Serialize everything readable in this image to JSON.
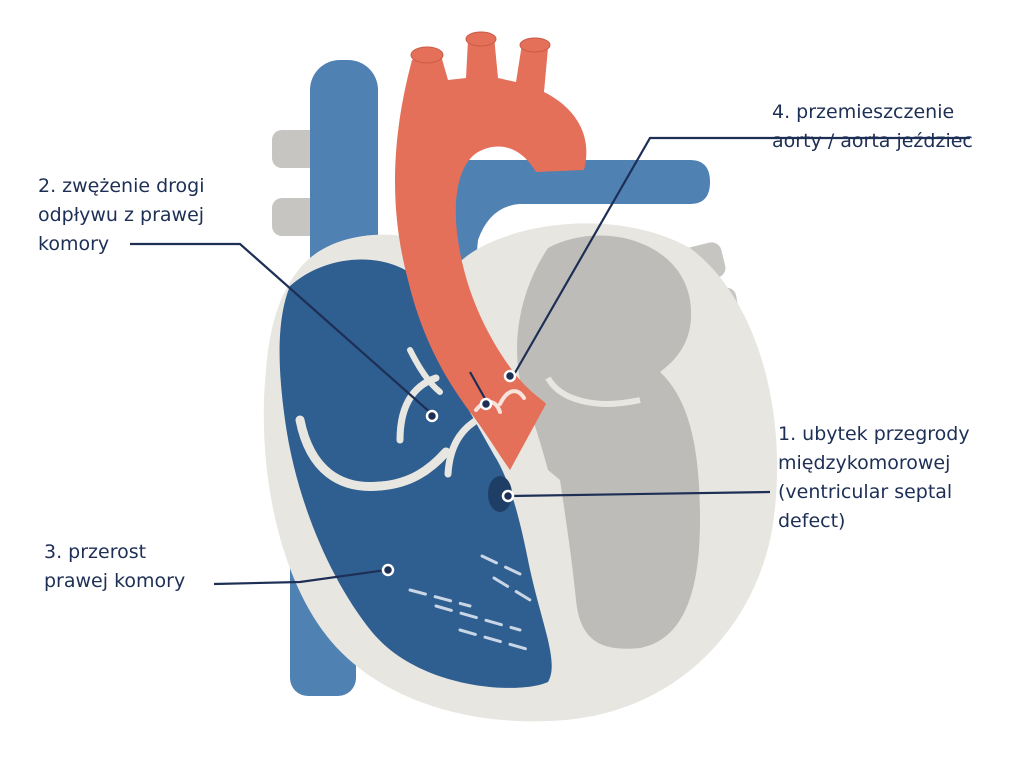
{
  "colors": {
    "outer_wall": "#e8e6e1",
    "right_heart": "#2f5e90",
    "right_heart_dark": "#26507e",
    "vessel_blue": "#4f81b3",
    "aorta": "#e5705a",
    "left_heart": "#bebcb9",
    "stub": "#c7c5c2",
    "leader": "#1d2f55",
    "label_text": "#1d2f55"
  },
  "labels": {
    "vsd": {
      "line1": "1. ubytek przegrody",
      "line2": "międzykomorowej",
      "line3": "(ventricular septal",
      "line4": "defect)"
    },
    "stenosis": {
      "line1": "2. zwężenie drogi",
      "line2": "odpływu z prawej",
      "line3": "komory"
    },
    "hypertrophy": {
      "line1": "3. przerost",
      "line2": "prawej komory"
    },
    "aorta": {
      "line1": "4. przemieszczenie",
      "line2": "aorty / aorta jeździec"
    }
  }
}
